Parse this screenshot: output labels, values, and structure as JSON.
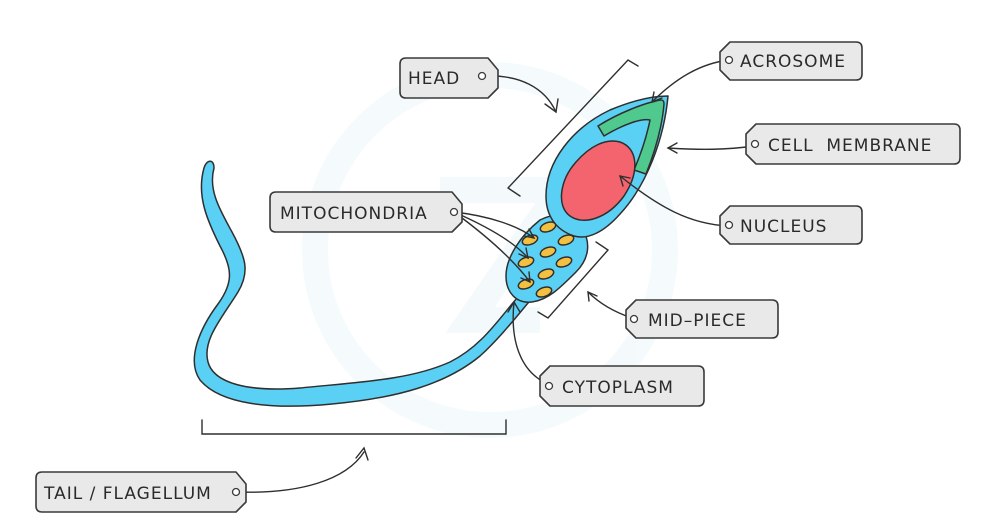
{
  "labels": {
    "head": "HEAD",
    "acrosome": "ACROSOME",
    "cell_membrane": "CELL  MEMBRANE",
    "mitochondria": "MITOCHONDRIA",
    "nucleus": "NUCLEUS",
    "mid_piece": "MID–PIECE",
    "cytoplasm": "CYTOPLASM",
    "tail": "TAIL / FLAGELLUM"
  },
  "colors": {
    "cytoplasm_fill": "#5bd0f5",
    "nucleus_fill": "#f4646e",
    "acrosome_fill": "#4fc98e",
    "mitochondria_fill": "#f4c041",
    "tag_fill": "#e9e9e9",
    "outline": "#2f2f2f"
  }
}
